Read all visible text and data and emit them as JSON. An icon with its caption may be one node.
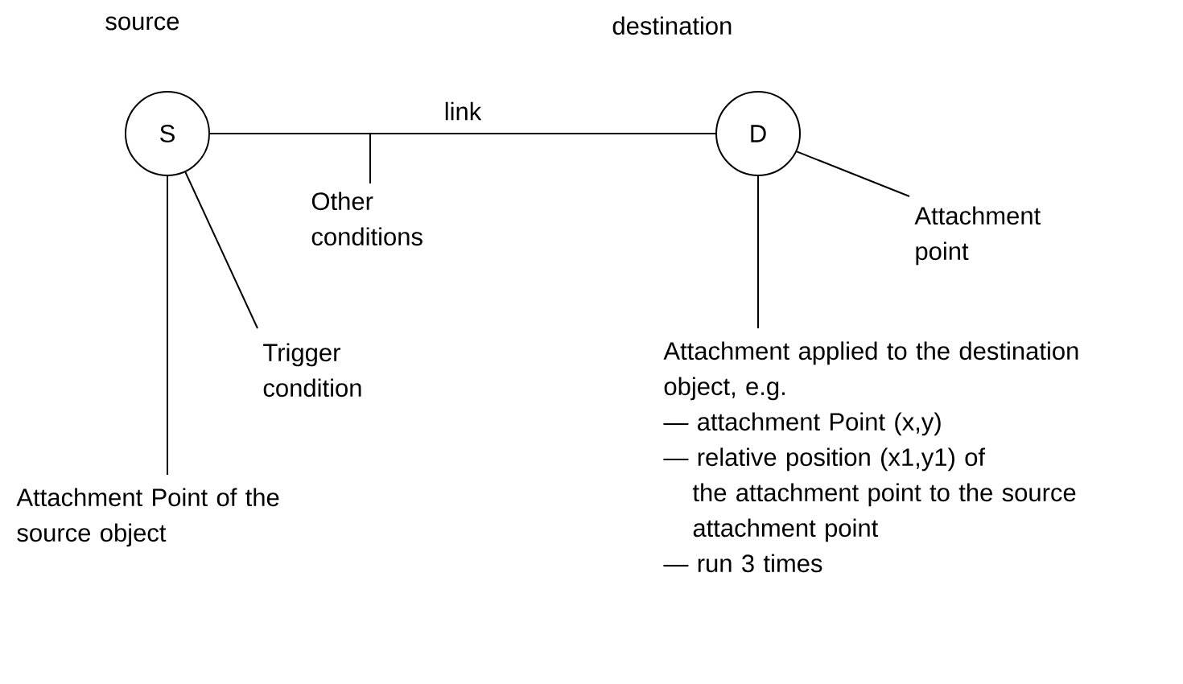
{
  "diagram": {
    "nodes": [
      {
        "text": [
          "S"
        ],
        "beside": [
          "source"
        ]
      },
      {
        "text": [
          "D"
        ],
        "beside": [
          "destination"
        ]
      },
      {
        "text": [
          "Other conditions"
        ]
      },
      {
        "text": [
          "Trigger condition"
        ]
      },
      {
        "text": [
          "Attachment Point of the source object"
        ]
      },
      {
        "text": [
          "Attachment point"
        ]
      },
      {
        "text": [
          "Attachment applied to the destination object, e.g.",
          "— attachment Point (x,y)",
          "— relative position (x1,y1) of the attachment point to the source attachment point",
          "— run 3 times"
        ]
      }
    ],
    "edges": [
      {
        "from": 0,
        "to": 1,
        "arrow": "none",
        "label": "link"
      },
      {
        "from": 2,
        "to": null,
        "arrow": "none"
      },
      {
        "from": 3,
        "to": 0,
        "arrow": "none"
      },
      {
        "from": 4,
        "to": 0,
        "arrow": "none"
      },
      {
        "from": 5,
        "to": 1,
        "arrow": "none"
      },
      {
        "from": 6,
        "to": 1,
        "arrow": "none"
      }
    ]
  }
}
